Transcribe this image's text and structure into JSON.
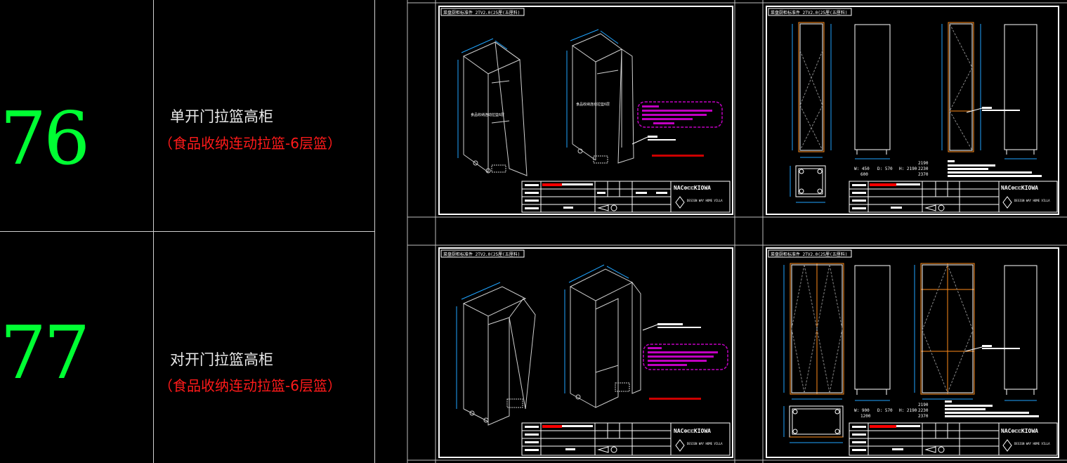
{
  "rows": [
    {
      "number": "76",
      "title": "单开门拉篮高柜",
      "subtitle": "（食品收纳连动拉篮-6层篮）"
    },
    {
      "number": "77",
      "title": "对开门拉篮高柜",
      "subtitle": "（食品收纳连动拉篮-6层篮）"
    }
  ],
  "drawing": {
    "header_label": "菜盘厨柜标准件 2TV2.0(25厘(五厘料)",
    "logo_text": "NAC⊕⊏⊏KIOWA",
    "logo_sub": "DESIGN WAY HOME VILLA",
    "dims_width_1": "450",
    "dims_width_2": "600",
    "dims_width_3": "900",
    "dims_width_4": "1200",
    "dims_depth": "D: 570",
    "dims_height_a": "2190",
    "dims_height_b": "2230",
    "dims_height_c": "2370"
  },
  "colors": {
    "number": "#00ff33",
    "title": "#e8e8e8",
    "subtitle": "#ff1a1a",
    "cad_line": "#ffffff",
    "cad_dim": "#1fa4ff",
    "cad_orange": "#ff8c1a",
    "cad_magenta": "#c000c0"
  }
}
